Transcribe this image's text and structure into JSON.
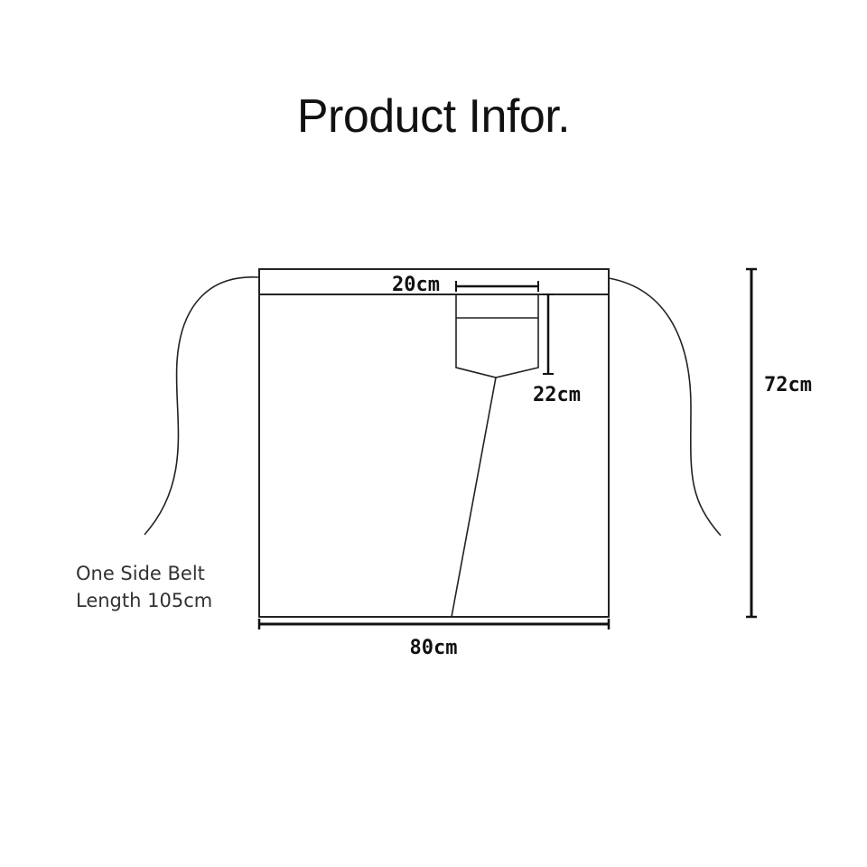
{
  "title": "Product Infor.",
  "dimensions": {
    "pocket_width": "20cm",
    "pocket_height": "22cm",
    "total_length": "72cm",
    "total_width": "80cm"
  },
  "belt_note": {
    "line1": "One Side Belt",
    "line2": "Length 105cm"
  },
  "colors": {
    "line": "#222222",
    "text": "#111111",
    "note_text": "#333333"
  }
}
